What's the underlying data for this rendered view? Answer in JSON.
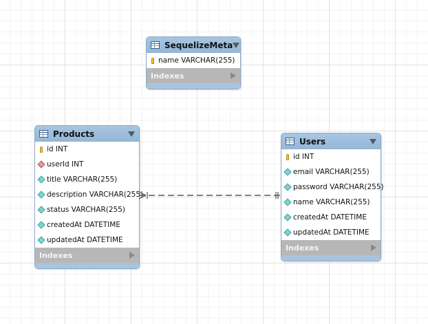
{
  "tables": [
    {
      "id": "sequelizemeta",
      "name": "SequelizeMeta",
      "columns": [
        {
          "text": "name VARCHAR(255)",
          "icon": "key"
        }
      ],
      "indexes_label": "Indexes"
    },
    {
      "id": "products",
      "name": "Products",
      "columns": [
        {
          "text": "id INT",
          "icon": "key"
        },
        {
          "text": "userId INT",
          "icon": "foreign-key"
        },
        {
          "text": "title VARCHAR(255)",
          "icon": "column"
        },
        {
          "text": "description VARCHAR(255)",
          "icon": "column"
        },
        {
          "text": "status VARCHAR(255)",
          "icon": "column"
        },
        {
          "text": "createdAt DATETIME",
          "icon": "column"
        },
        {
          "text": "updatedAt DATETIME",
          "icon": "column"
        }
      ],
      "indexes_label": "Indexes"
    },
    {
      "id": "users",
      "name": "Users",
      "columns": [
        {
          "text": "id INT",
          "icon": "key"
        },
        {
          "text": "email VARCHAR(255)",
          "icon": "column"
        },
        {
          "text": "password VARCHAR(255)",
          "icon": "column"
        },
        {
          "text": "name VARCHAR(255)",
          "icon": "column"
        },
        {
          "text": "createdAt DATETIME",
          "icon": "column"
        },
        {
          "text": "updatedAt DATETIME",
          "icon": "column"
        }
      ],
      "indexes_label": "Indexes"
    }
  ],
  "relationships": [
    {
      "from": "products",
      "to": "users",
      "from_cardinality": "many",
      "to_cardinality": "one",
      "style": "dashed"
    }
  ],
  "colors": {
    "header": "#9dbdda",
    "indexes_bar": "#b7b7b7",
    "key_icon": "#f1c232",
    "column_icon": "#7fd4d1",
    "foreign_key_icon": "#e29c9c",
    "relationship_line": "#555555"
  }
}
